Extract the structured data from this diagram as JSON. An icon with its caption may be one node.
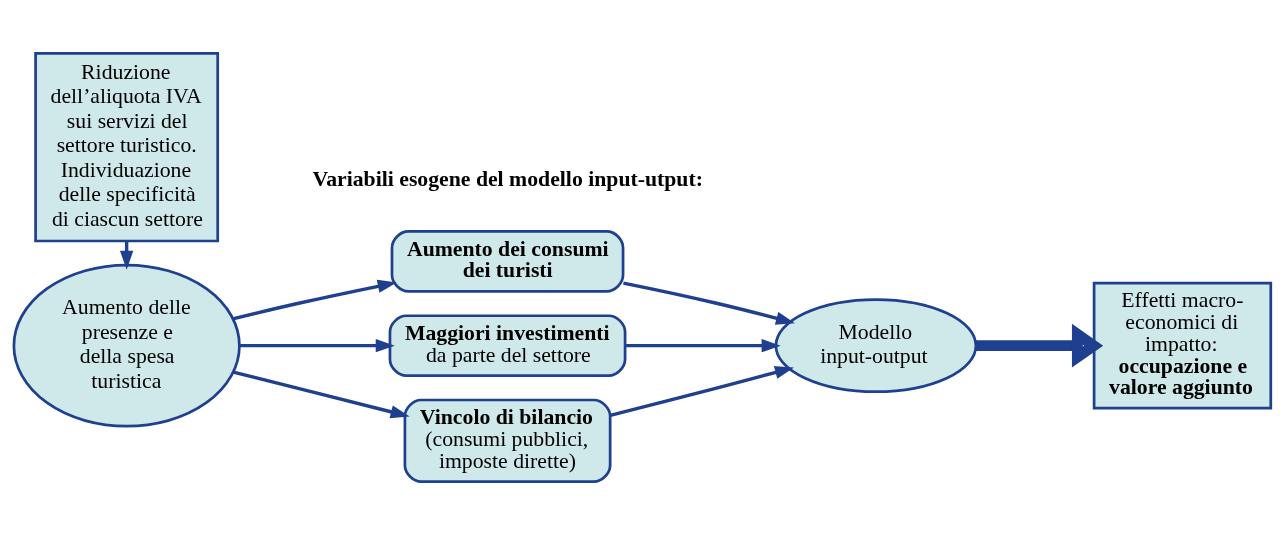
{
  "diagram": {
    "nodes": [
      {
        "text": [
          "Riduzione dell’aliquota IVA sui servizi del settore turistico. Individuazione delle specificità di ciascun settore"
        ]
      },
      {
        "text": [
          "Aumento delle presenze e della spesa turistica"
        ]
      },
      {
        "text": [
          "Aumento dei consumi dei turisti"
        ]
      },
      {
        "text": [
          "Maggiori investimenti",
          "da parte del settore"
        ]
      },
      {
        "text": [
          "Vincolo di bilancio",
          "(consumi pubblici, imposte dirette)"
        ]
      },
      {
        "text": [
          "Modello input-output"
        ]
      },
      {
        "text": [
          "Effetti macro-economici di impatto:",
          "occupazione e valore aggiunto"
        ]
      }
    ],
    "edges": [
      {
        "from": 0,
        "to": 1,
        "arrow": "to"
      },
      {
        "from": 1,
        "to": 2,
        "arrow": "to"
      },
      {
        "from": 1,
        "to": 3,
        "arrow": "to"
      },
      {
        "from": 1,
        "to": 4,
        "arrow": "to"
      },
      {
        "from": 2,
        "to": 5,
        "arrow": "to"
      },
      {
        "from": 3,
        "to": 5,
        "arrow": "to"
      },
      {
        "from": 4,
        "to": 5,
        "arrow": "to"
      },
      {
        "from": 5,
        "to": 6,
        "arrow": "to",
        "style": "thick"
      }
    ],
    "labels": [
      "Variabili esogene del modello input-utput:"
    ]
  }
}
